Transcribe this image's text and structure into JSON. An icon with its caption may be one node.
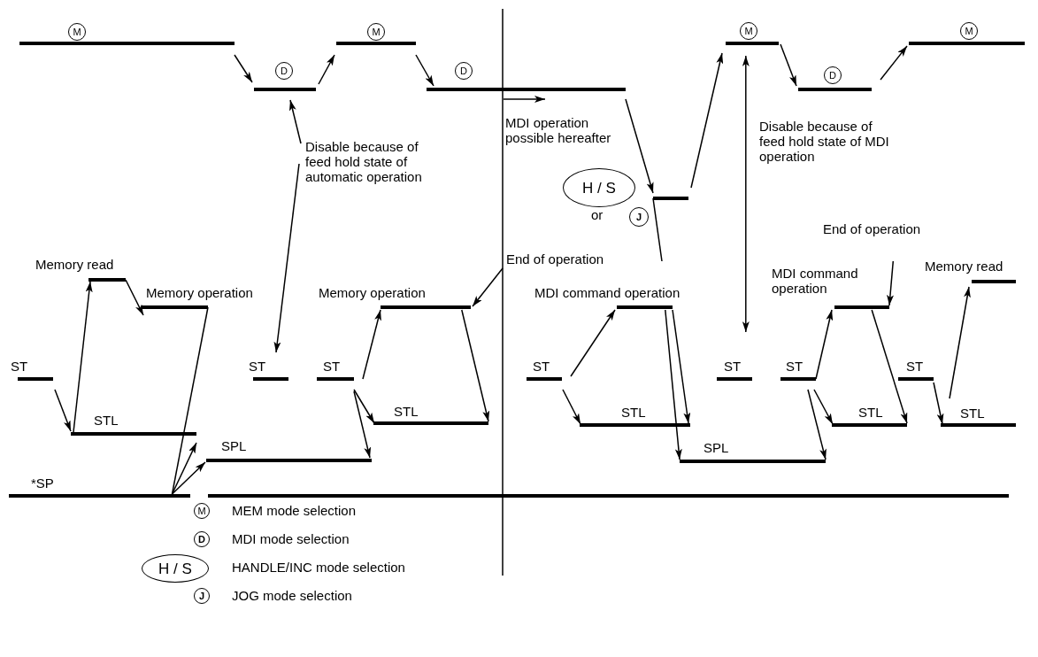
{
  "diagram": {
    "nodes": [
      {
        "text": [],
        "shape": "bar"
      },
      {
        "text": [
          "M"
        ]
      },
      {
        "text": [],
        "shape": "bar"
      },
      {
        "text": [
          "D"
        ]
      },
      {
        "text": [],
        "shape": "bar"
      },
      {
        "text": [
          "M"
        ]
      },
      {
        "text": [],
        "shape": "bar"
      },
      {
        "text": [
          "D"
        ]
      },
      {
        "text": [],
        "shape": "bar"
      },
      {
        "text": [
          "H / S"
        ]
      },
      {
        "text": [
          "J"
        ]
      },
      {
        "text": [],
        "shape": "bar"
      },
      {
        "text": [
          "M"
        ]
      },
      {
        "text": [],
        "shape": "bar"
      },
      {
        "text": [
          "D"
        ]
      },
      {
        "text": [],
        "shape": "bar"
      },
      {
        "text": [
          "M"
        ]
      },
      {
        "text": [
          "Disable because of feed hold state of automatic operation"
        ]
      },
      {
        "text": [
          "End of operation"
        ]
      },
      {
        "text": [
          "End of operation"
        ]
      },
      {
        "text": [
          "Memory read"
        ]
      },
      {
        "text": [
          "Memory operation"
        ]
      },
      {
        "text": [
          "ST"
        ]
      },
      {
        "text": [
          "STL"
        ]
      },
      {
        "text": [
          "*SP"
        ]
      },
      {
        "text": [],
        "shape": "bar"
      },
      {
        "text": [
          "SPL"
        ]
      },
      {
        "text": [
          "ST"
        ]
      },
      {
        "text": [
          "ST"
        ]
      },
      {
        "text": [
          "Memory operation"
        ]
      },
      {
        "text": [
          "STL"
        ]
      },
      {
        "text": [
          "MDI command operation"
        ]
      },
      {
        "text": [
          "ST"
        ]
      },
      {
        "text": [
          "STL"
        ]
      },
      {
        "text": [
          "SPL"
        ]
      },
      {
        "text": [
          "ST"
        ]
      },
      {
        "text": [
          "ST"
        ]
      },
      {
        "text": [
          "MDI command operation"
        ]
      },
      {
        "text": [
          "STL"
        ]
      },
      {
        "text": [
          "ST"
        ]
      },
      {
        "text": [
          "STL"
        ]
      },
      {
        "text": [
          "Memory read"
        ]
      },
      {
        "text": [
          "M"
        ]
      },
      {
        "text": [
          "D"
        ]
      },
      {
        "text": [
          "H / S"
        ]
      },
      {
        "text": [
          "J"
        ]
      }
    ],
    "edges": [
      {
        "from": 0,
        "to": 2,
        "arrow": "to"
      },
      {
        "from": 2,
        "to": 4,
        "arrow": "to"
      },
      {
        "from": 4,
        "to": 6,
        "arrow": "to"
      },
      {
        "from": 6,
        "to": 8,
        "arrow": "to"
      },
      {
        "from": 8,
        "to": 11,
        "arrow": "to"
      },
      {
        "from": 11,
        "to": 13,
        "arrow": "to"
      },
      {
        "from": 13,
        "to": 15,
        "arrow": "to"
      },
      {
        "from": 17,
        "to": 2,
        "arrow": "to"
      },
      {
        "from": 17,
        "to": 27,
        "arrow": "to"
      },
      {
        "from": 11,
        "to": 35,
        "arrow": "both"
      },
      {
        "from": 8,
        "to": null,
        "arrow": "none"
      },
      {
        "from": 18,
        "to": 29,
        "arrow": "to"
      },
      {
        "from": 19,
        "to": 37,
        "arrow": "to"
      },
      {
        "from": 22,
        "to": 23,
        "arrow": "to"
      },
      {
        "from": 23,
        "to": 20,
        "arrow": "to"
      },
      {
        "from": 20,
        "to": 21,
        "arrow": "to"
      },
      {
        "from": 21,
        "to": 24,
        "arrow": "none"
      },
      {
        "from": 24,
        "to": 23,
        "arrow": "to"
      },
      {
        "from": 24,
        "to": 26,
        "arrow": "to"
      },
      {
        "from": 28,
        "to": 29,
        "arrow": "to"
      },
      {
        "from": 28,
        "to": 30,
        "arrow": "to"
      },
      {
        "from": 28,
        "to": 26,
        "arrow": "to"
      },
      {
        "from": 29,
        "to": 30,
        "arrow": "to"
      },
      {
        "from": 32,
        "to": 31,
        "arrow": "to"
      },
      {
        "from": 32,
        "to": 33,
        "arrow": "to"
      },
      {
        "from": 31,
        "to": 33,
        "arrow": "to"
      },
      {
        "from": 31,
        "to": 34,
        "arrow": "to"
      },
      {
        "from": 36,
        "to": 37,
        "arrow": "to"
      },
      {
        "from": 36,
        "to": 38,
        "arrow": "to"
      },
      {
        "from": 36,
        "to": 34,
        "arrow": "to"
      },
      {
        "from": 37,
        "to": 38,
        "arrow": "to"
      },
      {
        "from": 39,
        "to": 40,
        "arrow": "to"
      },
      {
        "from": 40,
        "to": 41,
        "arrow": "to"
      }
    ],
    "labels": [
      "MDI operation possible hereafter",
      "or",
      "Disable because of feed hold state of MDI operation"
    ],
    "legend": [
      {
        "text": "MEM mode selection"
      },
      {
        "text": "MDI mode selection"
      },
      {
        "text": "HANDLE/INC mode selection"
      },
      {
        "text": "JOG mode selection"
      }
    ]
  }
}
